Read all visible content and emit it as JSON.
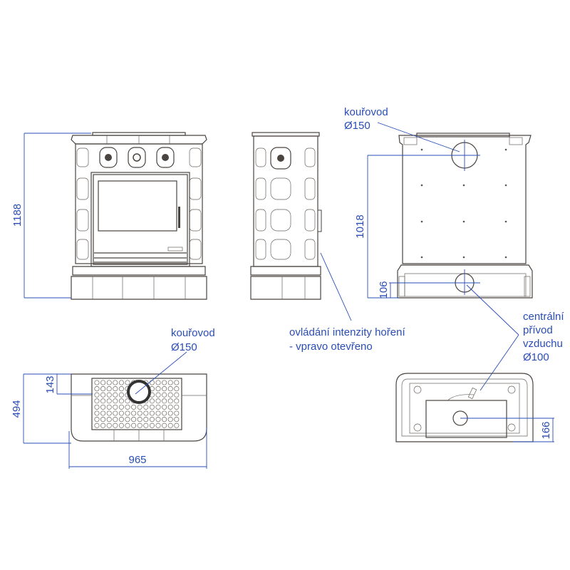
{
  "colors": {
    "dimension": "#2a4db5",
    "outline": "#4a4440"
  },
  "front_view": {
    "height_dim": "1188"
  },
  "side_view": {
    "control_label_line1": "ovládání intenzity hoření",
    "control_label_line2": "- vpravo otevřeno"
  },
  "back_view": {
    "flue_label": "kouřovod",
    "flue_diameter": "Ø150",
    "flue_height_dim": "1018",
    "air_height_dim": "106",
    "air_label_line1": "centrální",
    "air_label_line2": "přívod",
    "air_label_line3": "vzduchu",
    "air_diameter": "Ø100"
  },
  "top_view": {
    "flue_label": "kouřovod",
    "flue_diameter": "Ø150",
    "depth_dim": "494",
    "flue_offset_dim": "143",
    "width_dim": "965"
  },
  "bottom_view": {
    "air_offset_dim": "166"
  }
}
